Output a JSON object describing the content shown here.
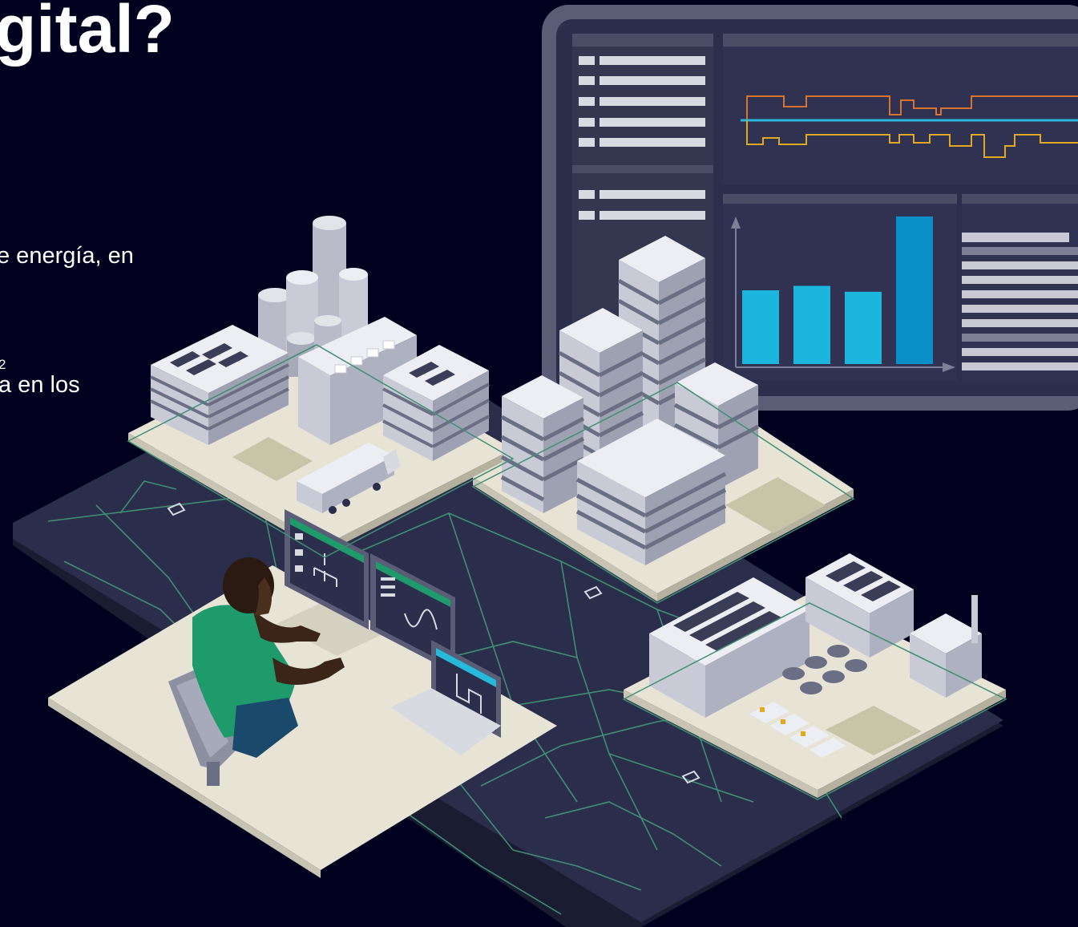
{
  "slide": {
    "title_fragment": "gital?",
    "line1_fragment": "e energía, en",
    "superscript_fragment": "2",
    "line2_fragment": "a en los"
  },
  "colors": {
    "background": "#01011f",
    "map_surface": "#2b2e4a",
    "map_roads": "#3f8f74",
    "platform": "#e7e4d6",
    "building": "#e2e4ea",
    "monitor_frame": "#5a5d75",
    "chart_bar": "#1bb5de",
    "chart_bar_highlight": "#0a8fc9",
    "chart_line_orange": "#d9722d",
    "chart_line_cyan": "#27b9d9",
    "chart_line_yellow": "#e0a920",
    "shirt_green": "#1f9a6a"
  },
  "illustration": {
    "dashboard_bar_levels": [
      0.5,
      0.53,
      0.49,
      1.0
    ]
  }
}
